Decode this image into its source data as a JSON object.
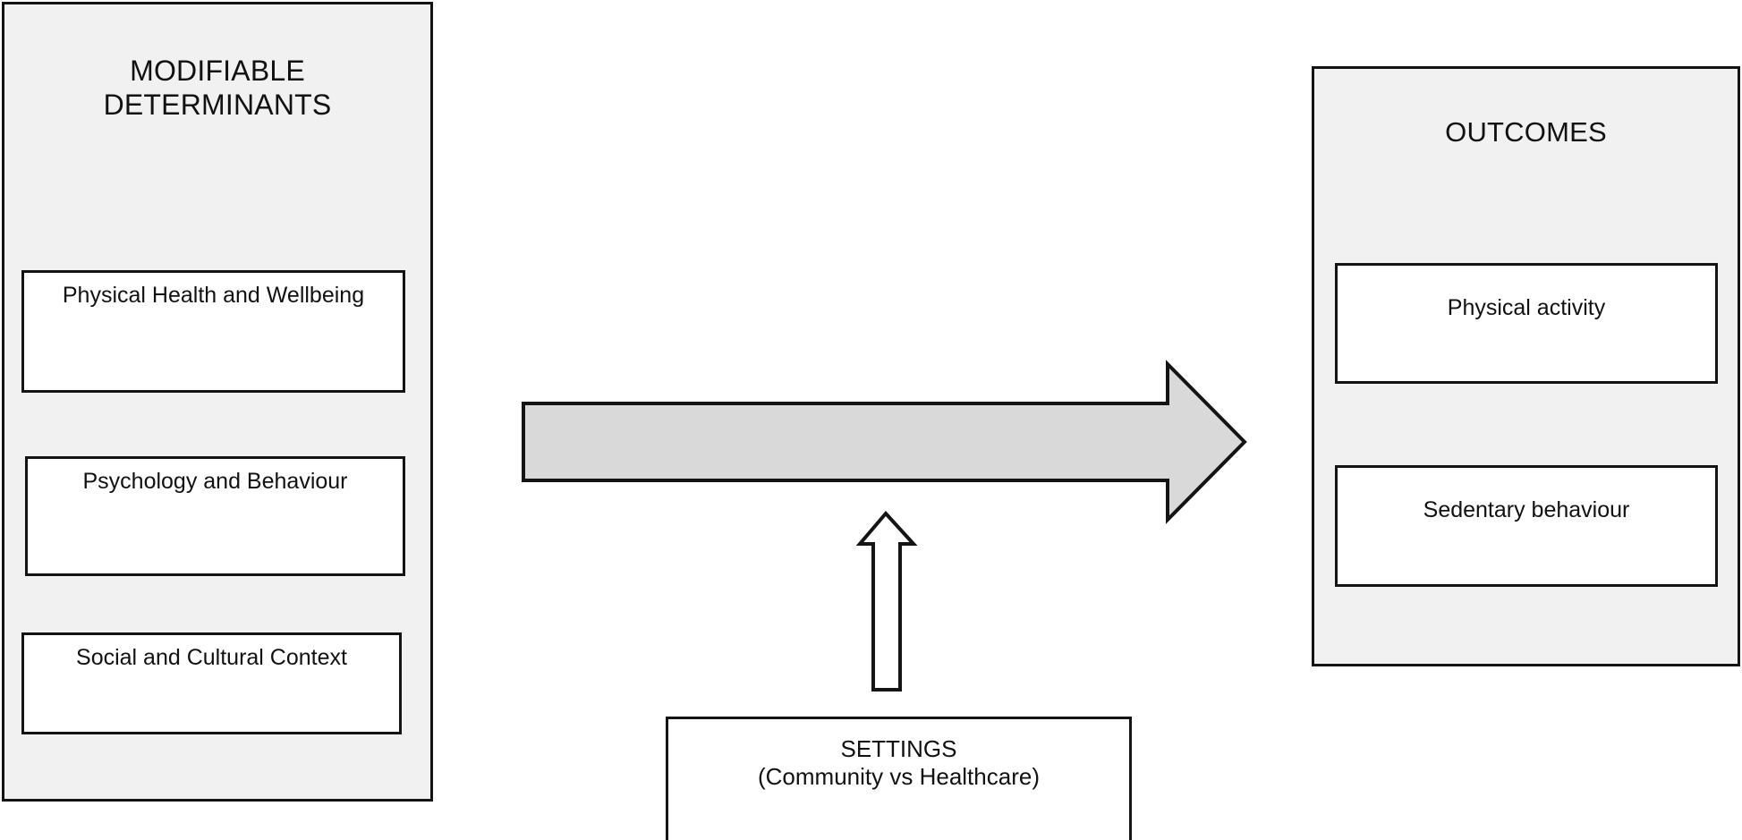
{
  "diagram": {
    "title_determinants": "MODIFIABLE\nDETERMINANTS",
    "determinants": {
      "heading_line1": "MODIFIABLE",
      "heading_line2": "DETERMINANTS",
      "boxes": [
        {
          "label": "Physical Health and Wellbeing"
        },
        {
          "label": "Psychology and Behaviour"
        },
        {
          "label": "Social and Cultural Context"
        }
      ]
    },
    "outcomes": {
      "heading": "OUTCOMES",
      "boxes": [
        {
          "label": "Physical activity"
        },
        {
          "label": "Sedentary behaviour"
        }
      ]
    },
    "settings": {
      "heading": "SETTINGS",
      "subtitle": "(Community vs Healthcare)"
    },
    "arrows": {
      "main_flow": "determinants-to-outcomes",
      "moderator": "settings-upward"
    },
    "colors": {
      "panel_fill": "#f1f1f1",
      "box_fill": "#ffffff",
      "stroke": "#141414",
      "arrow_fill": "#d9d9d9",
      "background": "#ffffff",
      "text": "#111111"
    }
  }
}
